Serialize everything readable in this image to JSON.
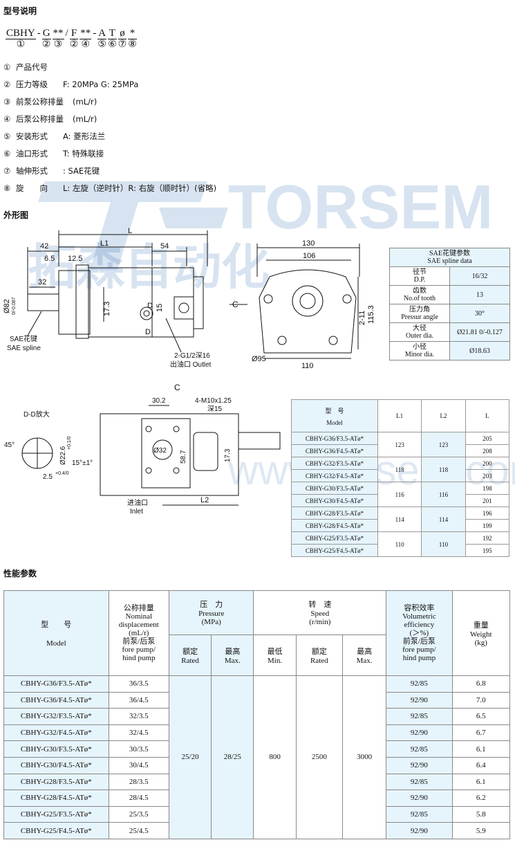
{
  "sections": {
    "model_desc": "型号说明",
    "outline": "外形图",
    "performance": "性能参数"
  },
  "code": {
    "segments": [
      {
        "top": "CBHY",
        "bot": "①"
      },
      {
        "top": "G",
        "bot": "②"
      },
      {
        "top": "**",
        "bot": "③"
      },
      {
        "top": "F",
        "bot": "②"
      },
      {
        "top": "**",
        "bot": "④"
      },
      {
        "top": "A",
        "bot": "⑤"
      },
      {
        "top": "T",
        "bot": "⑥"
      },
      {
        "top": "ø",
        "bot": "⑦"
      },
      {
        "top": "*",
        "bot": "⑧"
      }
    ]
  },
  "descriptions": [
    {
      "num": "①",
      "label": "产品代号",
      "value": ""
    },
    {
      "num": "②",
      "label": "压力等级",
      "value": "F: 20MPa G: 25MPa"
    },
    {
      "num": "③",
      "label": "前泵公称排量",
      "value": "(mL/r)"
    },
    {
      "num": "④",
      "label": "后泵公称排量",
      "value": "(mL/r)"
    },
    {
      "num": "⑤",
      "label": "安装形式",
      "value": "A: 菱形法兰"
    },
    {
      "num": "⑥",
      "label": "油口形式",
      "value": "T: 特殊联接"
    },
    {
      "num": "⑦",
      "label": "轴伸形式",
      "value": ": SAE花键"
    },
    {
      "num": "⑧",
      "label": "旋　　向",
      "value": "L: 左旋（逆时针）R: 右旋（顺时针）(省略)"
    }
  ],
  "watermark": {
    "brand": "TORSEM",
    "cn": "拓森自动化",
    "url": "www.torsem.com"
  },
  "drawing1": {
    "L": "L",
    "L1": "L1",
    "d42": "42",
    "d54": "54",
    "d65": "6.5",
    "d125": "12.5",
    "d32": "32",
    "d82": "Ø82",
    "d82tol": "0/-0.087",
    "d173": "17.3",
    "d15": "15",
    "D": "D",
    "spline_cn": "SAE花键",
    "spline_en": "SAE spline",
    "outlet_cn": "2-G1/2深16",
    "outlet_label": "出油口 Outlet"
  },
  "drawing2": {
    "d130": "130",
    "d106": "106",
    "C": "C",
    "d211": "2-11",
    "d1153": "115.3",
    "d95": "Ø95",
    "d110": "110"
  },
  "spline_table": {
    "title_cn": "SAE花键参数",
    "title_en": "SAE spline data",
    "rows": [
      {
        "cn": "径节",
        "en": "D.P.",
        "value": "16/32"
      },
      {
        "cn": "齿数",
        "en": "No.of tooth",
        "value": "13"
      },
      {
        "cn": "压力角",
        "en": "Pressur angle",
        "value": "30°"
      },
      {
        "cn": "大径",
        "en": "Outer dia.",
        "value": "Ø21.81 0/-0.127"
      },
      {
        "cn": "小径",
        "en": "Minor dia.",
        "value": "Ø18.63"
      }
    ]
  },
  "drawing3": {
    "C": "C",
    "dd": "D-D放大",
    "d45": "45°",
    "d226": "Ø22.6",
    "d226tol": "+0.1/0",
    "d15": "15°±1°",
    "d25": "2.5",
    "d25tol": "+0.4/0",
    "d302": "30.2",
    "m10": "4-M10x1.25",
    "deep15": "深15",
    "d32": "Ø32",
    "d587": "58.7",
    "d173": "17.3",
    "inlet_cn": "进油口",
    "inlet_en": "Inlet",
    "L2": "L2"
  },
  "model_table": {
    "headers": {
      "model_cn": "型　号",
      "model_en": "Model",
      "L1": "L1",
      "L2": "L2",
      "L": "L"
    },
    "rows": [
      {
        "model": "CBHY-G36/F3.5-ATø*",
        "L1": "123",
        "L2": "123",
        "L": "205"
      },
      {
        "model": "CBHY-G36/F4.5-ATø*",
        "L1": "",
        "L2": "",
        "L": "208"
      },
      {
        "model": "CBHY-G32/F3.5-ATø*",
        "L1": "118",
        "L2": "118",
        "L": "200"
      },
      {
        "model": "CBHY-G32/F4.5-ATø*",
        "L1": "",
        "L2": "",
        "L": "203"
      },
      {
        "model": "CBHY-G30/F3.5-ATø*",
        "L1": "116",
        "L2": "116",
        "L": "198"
      },
      {
        "model": "CBHY-G30/F4.5-ATø*",
        "L1": "",
        "L2": "",
        "L": "201"
      },
      {
        "model": "CBHY-G28/F3.5-ATø*",
        "L1": "114",
        "L2": "114",
        "L": "196"
      },
      {
        "model": "CBHY-G28/F4.5-ATø*",
        "L1": "",
        "L2": "",
        "L": "199"
      },
      {
        "model": "CBHY-G25/F3.5-ATø*",
        "L1": "110",
        "L2": "110",
        "L": "192"
      },
      {
        "model": "CBHY-G25/F4.5-ATø*",
        "L1": "",
        "L2": "",
        "L": "195"
      }
    ]
  },
  "perf_table": {
    "headers": {
      "model_cn": "型　　号",
      "model_en": "Model",
      "disp": [
        "公称排量",
        "Nominal",
        "displacement",
        "(mL/r)",
        "前泵/后泵",
        "fore pump/",
        "hind pump"
      ],
      "pressure": [
        "压　力",
        "Pressure",
        "(MPa)"
      ],
      "rated": [
        "额定",
        "Rated"
      ],
      "max": [
        "最高",
        "Max."
      ],
      "speed": [
        "转　速",
        "Speed",
        "(r/min)"
      ],
      "min": [
        "最低",
        "Min."
      ],
      "eff": [
        "容积效率",
        "Volumetric",
        "efficiency",
        "(＞%)",
        "前泵/后泵",
        "fore pump/",
        "hind pump"
      ],
      "weight": [
        "重量",
        "Weight",
        "(kg)"
      ]
    },
    "shared": {
      "p_rated": "25/20",
      "p_max": "28/25",
      "s_min": "800",
      "s_rated": "2500",
      "s_max": "3000"
    },
    "rows": [
      {
        "model": "CBHY-G36/F3.5-ATø*",
        "disp": "36/3.5",
        "eff": "92/85",
        "weight": "6.8"
      },
      {
        "model": "CBHY-G36/F4.5-ATø*",
        "disp": "36/4.5",
        "eff": "92/90",
        "weight": "7.0"
      },
      {
        "model": "CBHY-G32/F3.5-ATø*",
        "disp": "32/3.5",
        "eff": "92/85",
        "weight": "6.5"
      },
      {
        "model": "CBHY-G32/F4.5-ATø*",
        "disp": "32/4.5",
        "eff": "92/90",
        "weight": "6.7"
      },
      {
        "model": "CBHY-G30/F3.5-ATø*",
        "disp": "30/3.5",
        "eff": "92/85",
        "weight": "6.1"
      },
      {
        "model": "CBHY-G30/F4.5-ATø*",
        "disp": "30/4.5",
        "eff": "92/90",
        "weight": "6.4"
      },
      {
        "model": "CBHY-G28/F3.5-ATø*",
        "disp": "28/3.5",
        "eff": "92/85",
        "weight": "6.1"
      },
      {
        "model": "CBHY-G28/F4.5-ATø*",
        "disp": "28/4.5",
        "eff": "92/90",
        "weight": "6.2"
      },
      {
        "model": "CBHY-G25/F3.5-ATø*",
        "disp": "25/3.5",
        "eff": "92/85",
        "weight": "5.8"
      },
      {
        "model": "CBHY-G25/F4.5-ATø*",
        "disp": "25/4.5",
        "eff": "92/90",
        "weight": "5.9"
      }
    ]
  }
}
